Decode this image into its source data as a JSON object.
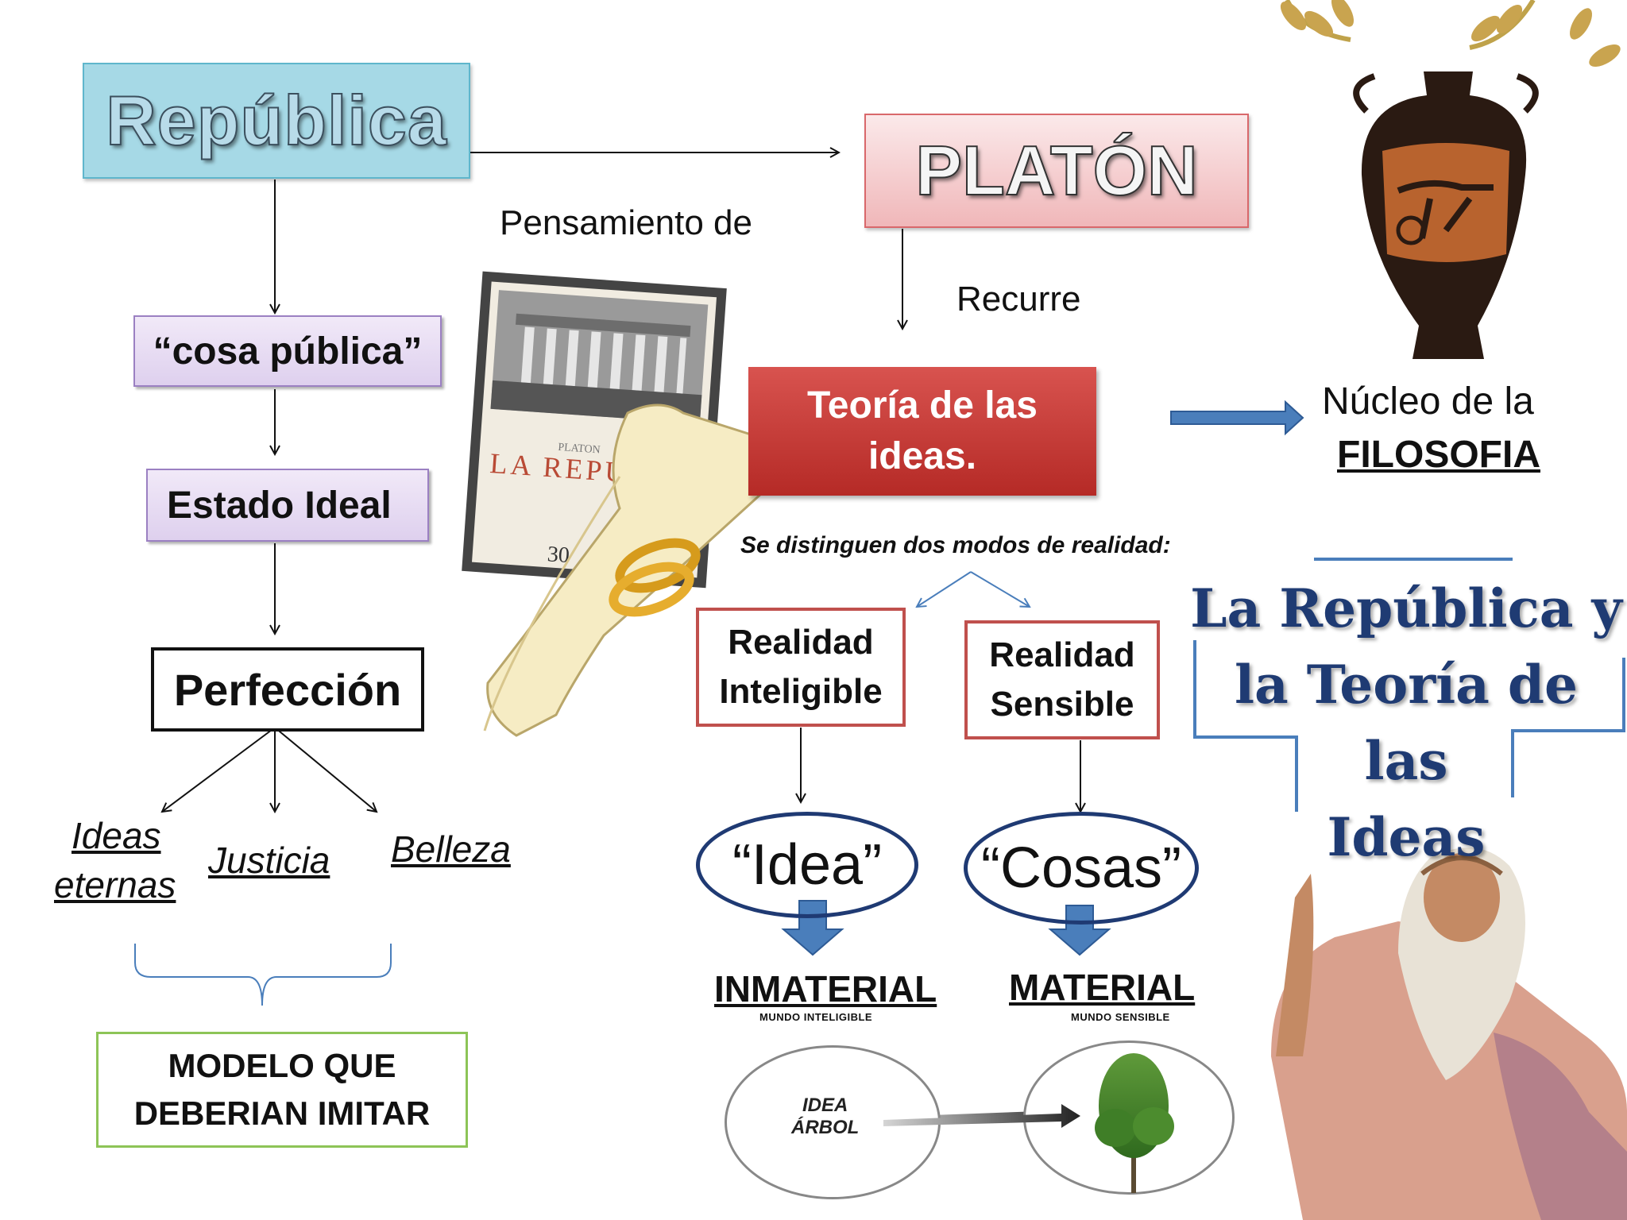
{
  "nodes": {
    "republica": "República",
    "platon": "PLATÓN",
    "cosa_publica": "“cosa pública”",
    "estado_ideal": "Estado Ideal",
    "perfeccion": "Perfección",
    "ideas_eternas_1": "Ideas",
    "ideas_eternas_2": "eternas",
    "justicia": "Justicia",
    "belleza": "Belleza",
    "modelo_1": "MODELO QUE",
    "modelo_2": "DEBERIAN IMITAR",
    "pensamiento": "Pensamiento de",
    "recurre": "Recurre",
    "teoria_1": "Teoría de las",
    "teoria_2": "ideas.",
    "nucleo_1": "Núcleo de la",
    "nucleo_2": "FILOSOFIA",
    "distinguen": "Se distinguen dos modos de realidad:",
    "realidad_inteligible_1": "Realidad",
    "realidad_inteligible_2": "Inteligible",
    "realidad_sensible_1": "Realidad",
    "realidad_sensible_2": "Sensible",
    "idea": "“Idea”",
    "cosas": "“Cosas”",
    "inmaterial": "INMATERIAL",
    "mundo_inteligible": "MUNDO INTELIGIBLE",
    "material": "MATERIAL",
    "mundo_sensible": "MUNDO SENSIBLE",
    "idea_arbol_1": "IDEA",
    "idea_arbol_2": "ÁRBOL"
  },
  "title": {
    "line1": "La República y",
    "line2": "la Teoría de las",
    "line3": "Ideas"
  },
  "book": {
    "author": "PLATON",
    "title": "LA REPUBL",
    "price": "30"
  },
  "colors": {
    "republica_fill": "#a6d9e6",
    "platon_fill": "#f0b7b9",
    "purple_border": "#9b80c2",
    "teoria_fill": "#c0392b",
    "title_blue": "#1f3b73",
    "arrow_blue": "#4a7ebb",
    "modelo_border": "#8dc457"
  }
}
